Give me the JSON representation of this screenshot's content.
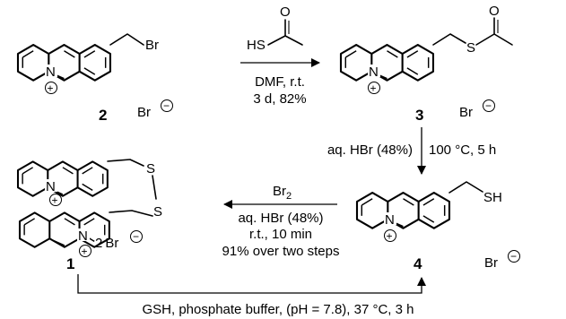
{
  "compounds": {
    "c2": {
      "number": "2",
      "counterion": "Br",
      "substituent_atom": "Br"
    },
    "c3": {
      "number": "3",
      "counterion": "Br",
      "substituent_atom": "S"
    },
    "c4": {
      "number": "4",
      "counterion": "Br",
      "substituent_atom": "SH"
    },
    "c1": {
      "number": "1",
      "counterion": "2 Br",
      "linker_atom_top": "S",
      "linker_atom_bottom": "S"
    }
  },
  "reagent_top": {
    "hs_label": "HS"
  },
  "ring_atom_label": "N",
  "charge_plus": "+",
  "charge_minus": "−",
  "atom_oxygen": "O",
  "reactions": {
    "r1": {
      "line1": "DMF, r.t.",
      "line2": "3 d, 82%"
    },
    "r2": {
      "left": "aq. HBr (48%)",
      "right": "100 °C, 5 h"
    },
    "r3": {
      "reagent_main": "Br",
      "reagent_sub": "2",
      "line1": "aq. HBr (48%)",
      "line2": "r.t., 10 min",
      "line3": "91% over two steps"
    },
    "r4": {
      "text": "GSH, phosphate buffer, (pH = 7.8), 37 °C, 3 h"
    }
  }
}
